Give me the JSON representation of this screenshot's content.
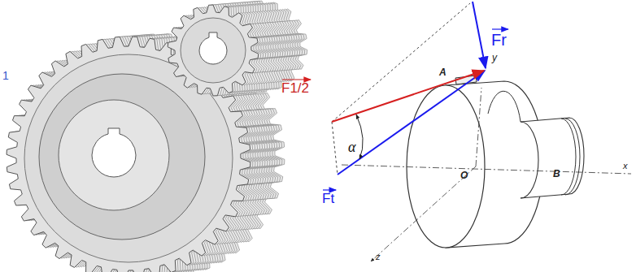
{
  "diagram": {
    "labels": [
      "1",
      "F1/2",
      "α",
      "Ft",
      "Fr",
      "y",
      "A",
      "O",
      "B",
      "x",
      "z"
    ]
  }
}
